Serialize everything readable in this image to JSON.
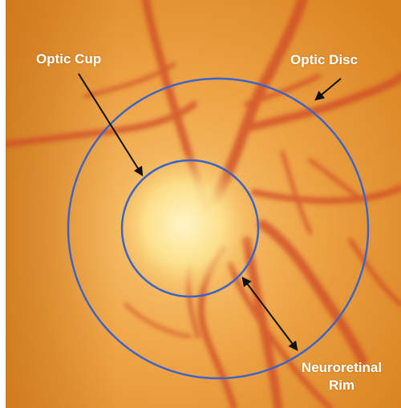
{
  "labels": {
    "optic_cup": "Optic Cup",
    "optic_disc": "Optic Disc",
    "neuroretinal_rim_line1": "Neuroretinal",
    "neuroretinal_rim_line2": "Rim"
  },
  "colors": {
    "background": "#e79a2b",
    "circle_outline": "#3b63c9",
    "arrow": "#111111",
    "vessel": "#cf4a26",
    "cup_highlight": "#fff1b0",
    "label_text": "#ffffff"
  }
}
